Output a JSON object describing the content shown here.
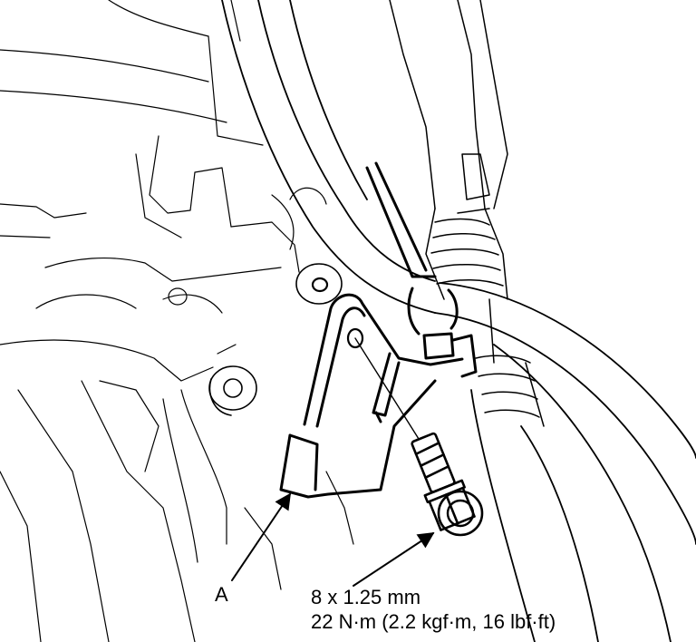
{
  "callout": {
    "part_label": "A",
    "bolt_size": "8 x 1.25 mm",
    "torque": "22 N·m (2.2 kgf·m, 16 lbf·ft)"
  },
  "colors": {
    "ink": "#000000",
    "paper": "#ffffff"
  },
  "icons": [
    "bracket-diagram",
    "flange-bolt-icon",
    "leader-arrow"
  ]
}
